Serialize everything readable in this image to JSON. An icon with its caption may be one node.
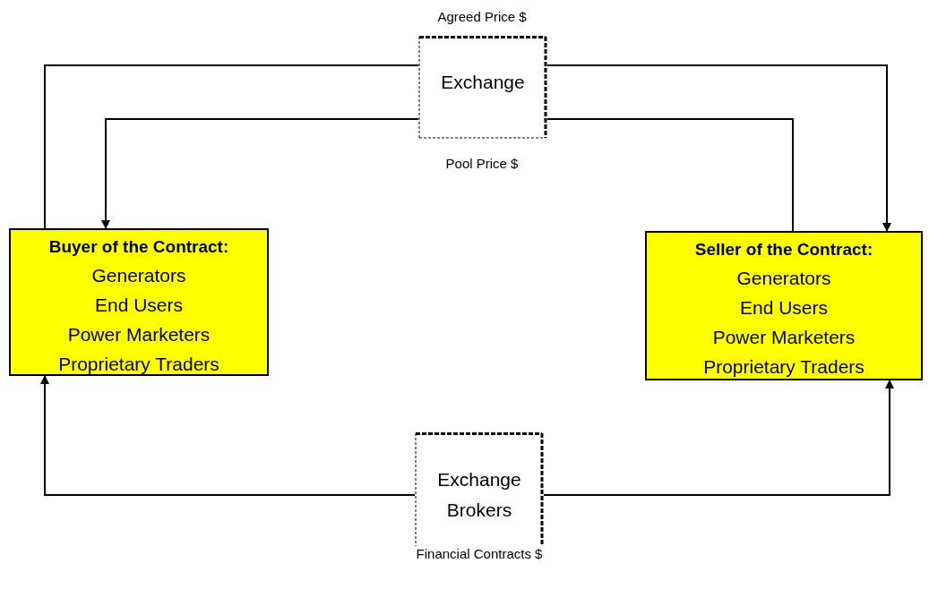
{
  "diagram": {
    "nodes": [
      {
        "text": [
          "Exchange"
        ]
      },
      {
        "text": [
          "Buyer of the Contract:",
          "Generators",
          "End Users",
          "Power Marketers",
          "Proprietary Traders"
        ]
      },
      {
        "text": [
          "Seller of the Contract:",
          "Generators",
          "End Users",
          "Power Marketers",
          "Proprietary Traders"
        ]
      },
      {
        "text": [
          "Exchange Brokers"
        ]
      }
    ],
    "edges": [
      {
        "from": 1,
        "to": 0,
        "arrow": "none"
      },
      {
        "from": 0,
        "to": 2,
        "arrow": "to"
      },
      {
        "from": 2,
        "to": 0,
        "arrow": "none"
      },
      {
        "from": 0,
        "to": 1,
        "arrow": "to"
      },
      {
        "from": 3,
        "to": 1,
        "arrow": "to"
      },
      {
        "from": 3,
        "to": 2,
        "arrow": "to"
      }
    ],
    "labels": [
      "Agreed Price $",
      "Pool Price $",
      "Financial Contracts $"
    ]
  }
}
